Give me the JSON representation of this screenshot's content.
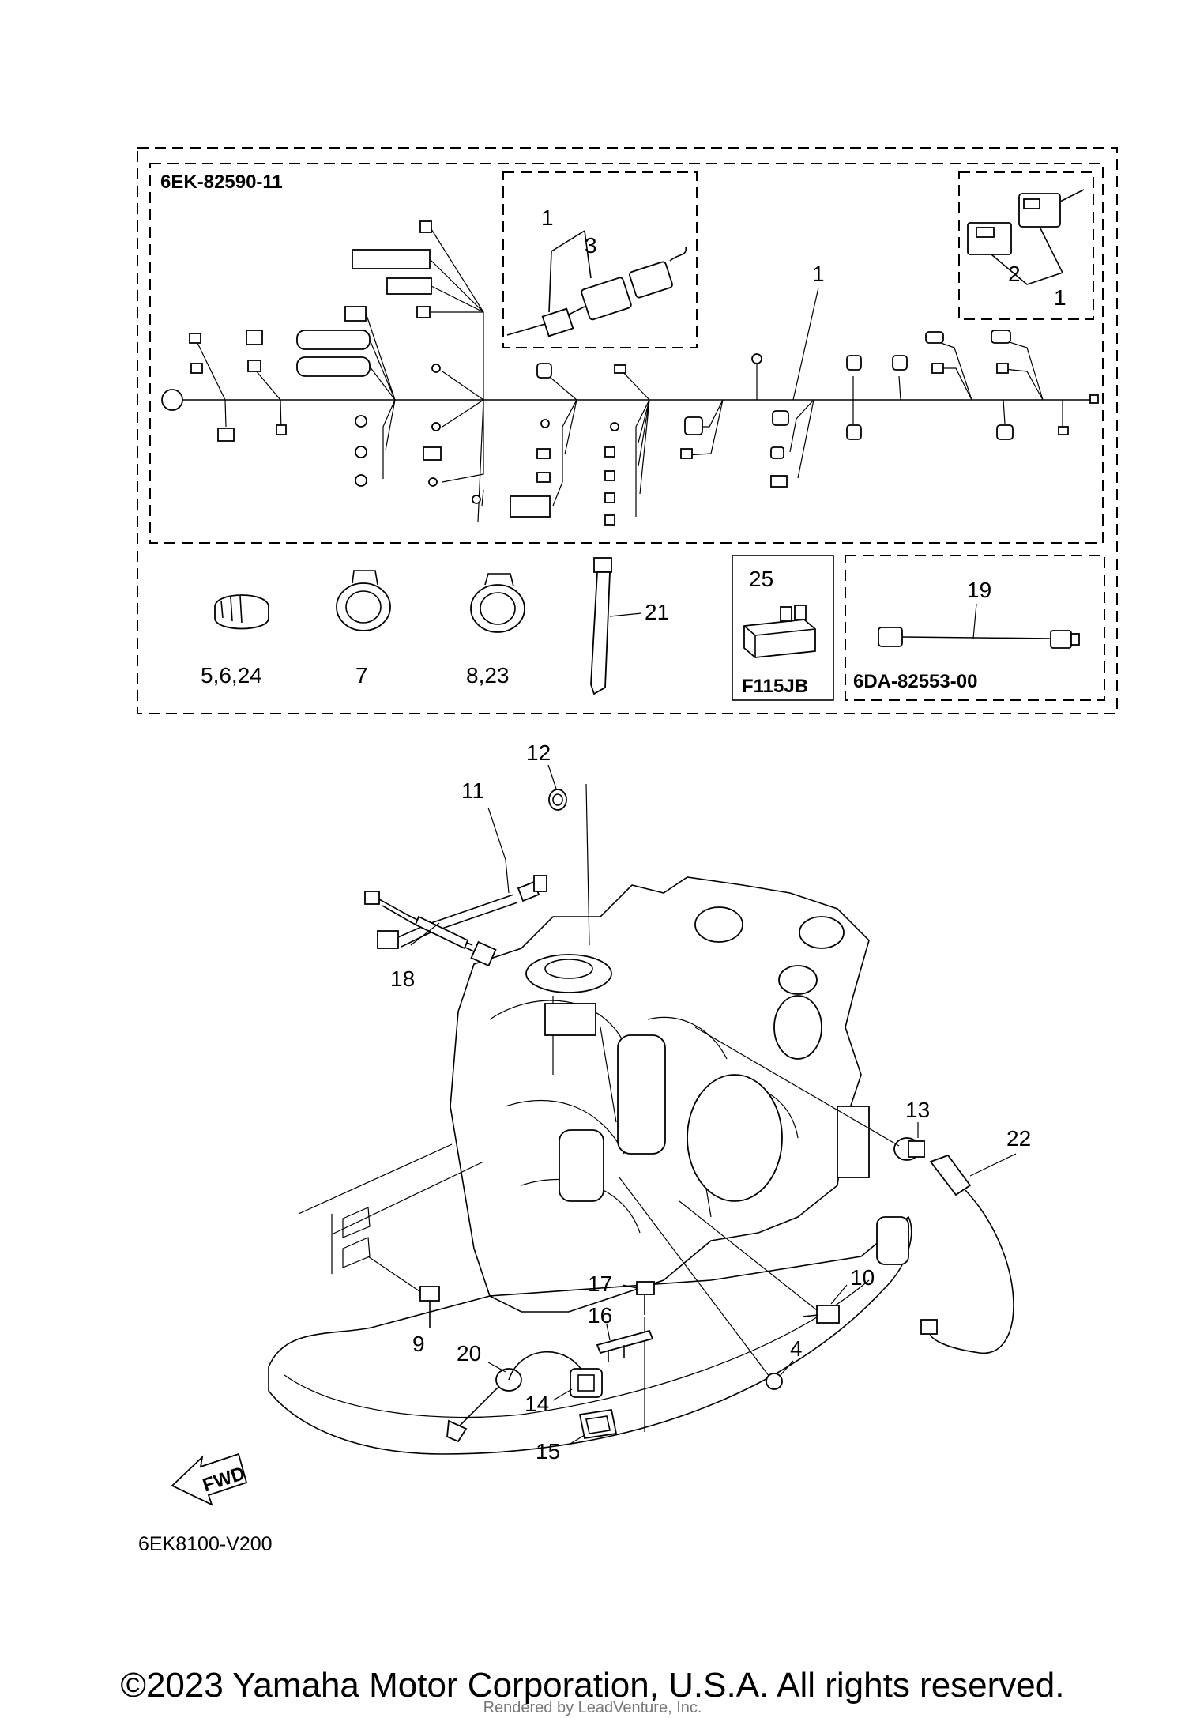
{
  "kits": {
    "harness_code": "6EK-82590-11",
    "subharness_code": "6DA-82553-00",
    "model_code": "F115JB"
  },
  "drawing_code": "6EK8100-V200",
  "callouts": {
    "harness_main": "1",
    "harness_sub_a": "1",
    "harness_sub_b": "1",
    "coupler_2": "2",
    "coupler_3": "3",
    "screw_4": "4",
    "clamps_5_6_24": "5,6,24",
    "clamp_7": "7",
    "clamps_8_23": "8,23",
    "bolt_9": "9",
    "bolt_10": "10",
    "sensor_11": "11",
    "gasket_12": "12",
    "switch_13": "13",
    "connector_14": "14",
    "cover_15": "15",
    "bracket_16": "16",
    "screw_17": "17",
    "sensor_18": "18",
    "subharness_19": "19",
    "wire_20": "20",
    "band_21": "21",
    "lead_22": "22",
    "relay_25": "25"
  },
  "fwd_label": "FWD",
  "copyright": "©2023 Yamaha Motor Corporation, U.S.A. All rights reserved.",
  "rendered_by": "Rendered by LeadVenture, Inc."
}
